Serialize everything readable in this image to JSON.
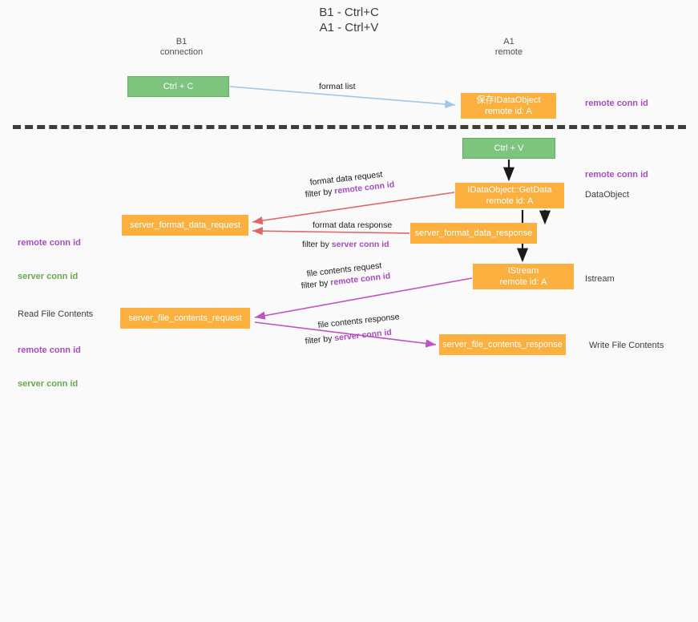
{
  "title": "B1 - Ctrl+C\nA1 - Ctrl+V",
  "lanes": {
    "left": {
      "header": "B1\nconnection"
    },
    "right": {
      "header": "A1\nremote"
    }
  },
  "nodes": {
    "ctrl_c": {
      "label": "Ctrl + C",
      "color": "#7dc47f"
    },
    "save_idataobject": {
      "label": "保存IDataObject\nremote id: A",
      "color": "#fbb040"
    },
    "ctrl_v": {
      "label": "Ctrl + V",
      "color": "#7dc47f"
    },
    "getdata": {
      "label": "IDataObject::GetData\nremote id: A",
      "color": "#fbb040"
    },
    "server_format_data_request": {
      "label": "server_format_data_request",
      "color": "#fbb040"
    },
    "server_format_data_response": {
      "label": "server_format_data_response",
      "color": "#fbb040"
    },
    "istream": {
      "label": "IStream\nremote id: A",
      "color": "#fbb040"
    },
    "server_file_contents_request": {
      "label": "server_file_contents_request",
      "color": "#fbb040"
    },
    "server_file_contents_response": {
      "label": "server_file_contents_response",
      "color": "#fbb040"
    }
  },
  "edges": {
    "format_list": {
      "caption": "format list",
      "color": "#9fc5e8"
    },
    "format_data_request": {
      "caption_line1": "format data request",
      "caption_line2_prefix": "filter by ",
      "caption_line2_key": "remote conn id",
      "color": "#e06666"
    },
    "format_data_response": {
      "caption_line1": "format data response",
      "caption_line2_prefix": "filter by ",
      "caption_line2_key": "server conn id",
      "color": "#e06666"
    },
    "file_contents_request": {
      "caption_line1": "file contents request",
      "caption_line2_prefix": "filter by ",
      "caption_line2_key": "remote conn id",
      "color": "#c252c2"
    },
    "file_contents_response": {
      "caption_line1": "file contents response",
      "caption_line2_prefix": "filter by ",
      "caption_line2_key": "server conn id",
      "color": "#c252c2"
    }
  },
  "annotations": {
    "right": [
      {
        "text": "remote conn id",
        "style": "purple"
      },
      {
        "text": "remote conn id",
        "style": "purple"
      },
      {
        "text": "DataObject",
        "style": "dark"
      },
      {
        "text": "Istream",
        "style": "dark"
      },
      {
        "text": "Write File Contents",
        "style": "dark"
      }
    ],
    "left": [
      {
        "text": "remote conn id",
        "style": "purple"
      },
      {
        "text": "server conn id",
        "style": "green"
      },
      {
        "text": "Read File Contents",
        "style": "dark"
      },
      {
        "text": "remote conn id",
        "style": "purple"
      },
      {
        "text": "server conn id",
        "style": "green"
      }
    ]
  },
  "colors": {
    "lane": "#4a86e8",
    "green_node": "#7dc47f",
    "orange_node": "#fbb040",
    "purple_text": "#a64dbd",
    "green_text": "#6aa84f",
    "red_edge": "#e06666",
    "magenta_edge": "#c252c2",
    "blue_edge": "#9fc5e8",
    "divider": "#3c3c3c",
    "background": "#fafafa"
  }
}
